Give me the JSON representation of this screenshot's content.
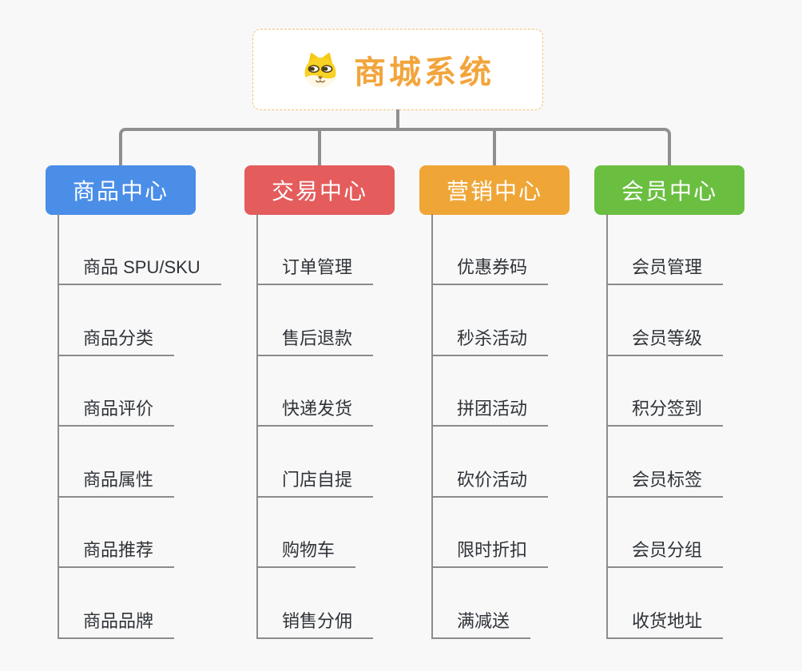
{
  "root": {
    "title": "商城系统",
    "icon": "dog-face-icon"
  },
  "colors": {
    "background": "#f8f8f8",
    "connector": "#8f8f8f",
    "underline": "#8b8b8b",
    "item_text": "#2f3338",
    "root_border": "#f2c277",
    "root_text": "#f2a53c",
    "branch_text": "#ffffff"
  },
  "branches": [
    {
      "id": "product",
      "label": "商品中心",
      "color": "#4a8ee8",
      "items": [
        "商品 SPU/SKU",
        "商品分类",
        "商品评价",
        "商品属性",
        "商品推荐",
        "商品品牌"
      ]
    },
    {
      "id": "trade",
      "label": "交易中心",
      "color": "#e45c5c",
      "items": [
        "订单管理",
        "售后退款",
        "快递发货",
        "门店自提",
        "购物车",
        "销售分佣"
      ]
    },
    {
      "id": "marketing",
      "label": "营销中心",
      "color": "#efa637",
      "items": [
        "优惠券码",
        "秒杀活动",
        "拼团活动",
        "砍价活动",
        "限时折扣",
        "满减送"
      ]
    },
    {
      "id": "member",
      "label": "会员中心",
      "color": "#6abf40",
      "items": [
        "会员管理",
        "会员等级",
        "积分签到",
        "会员标签",
        "会员分组",
        "收货地址"
      ]
    }
  ]
}
